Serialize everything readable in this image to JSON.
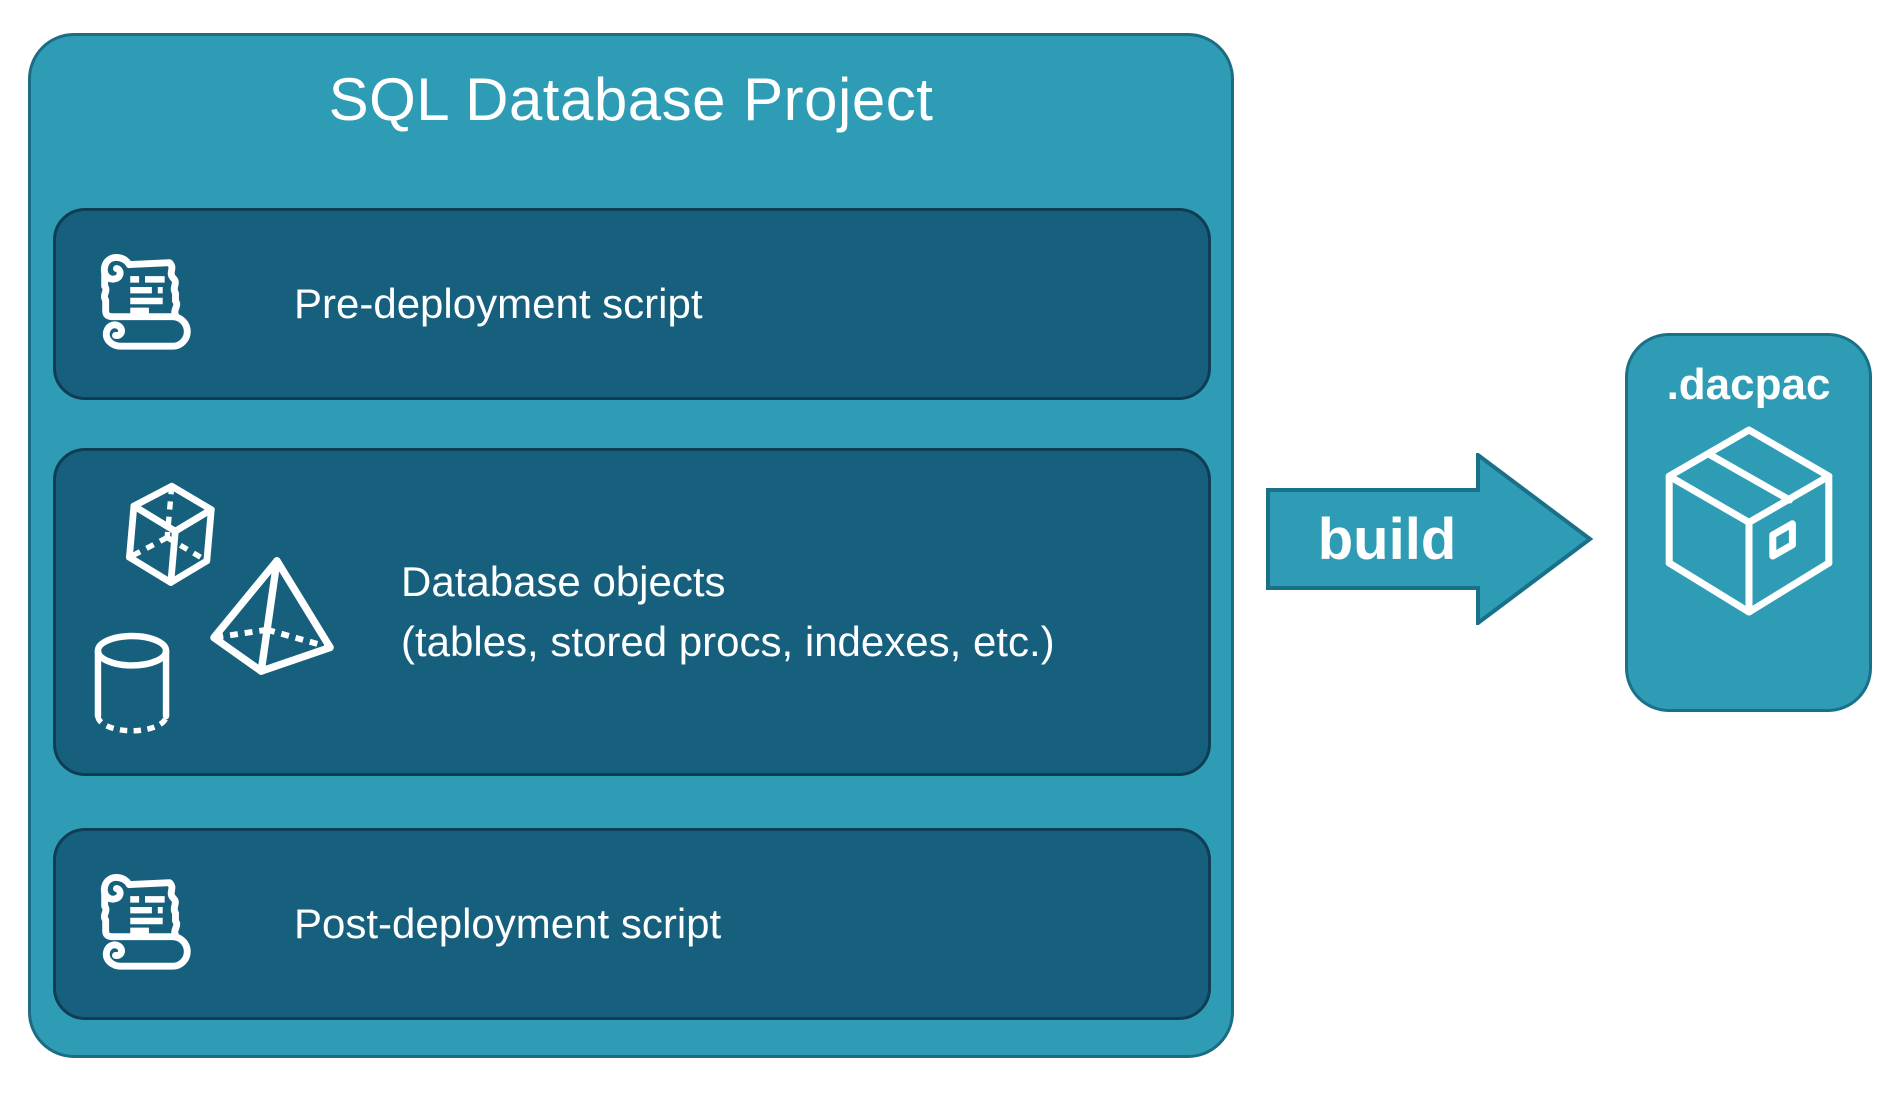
{
  "colors": {
    "teal": "#2E9CB4",
    "teal-border": "#1C6C84",
    "dark": "#16607E",
    "dark-border": "#0F3D55",
    "arrow-border": "#1A7088",
    "white": "#FFFFFF"
  },
  "project": {
    "title": "SQL Database Project",
    "boxes": [
      {
        "id": "pre-deployment",
        "label": "Pre-deployment script",
        "icon": "scroll-icon"
      },
      {
        "id": "database-objects",
        "label_line1": "Database objects",
        "label_line2": "(tables, stored procs, indexes, etc.)",
        "icons": [
          "cube-icon",
          "pyramid-icon",
          "cylinder-icon"
        ]
      },
      {
        "id": "post-deployment",
        "label": "Post-deployment script",
        "icon": "scroll-icon"
      }
    ]
  },
  "arrow": {
    "label": "build",
    "direction": "right"
  },
  "output": {
    "label": ".dacpac",
    "icon": "package-icon"
  }
}
